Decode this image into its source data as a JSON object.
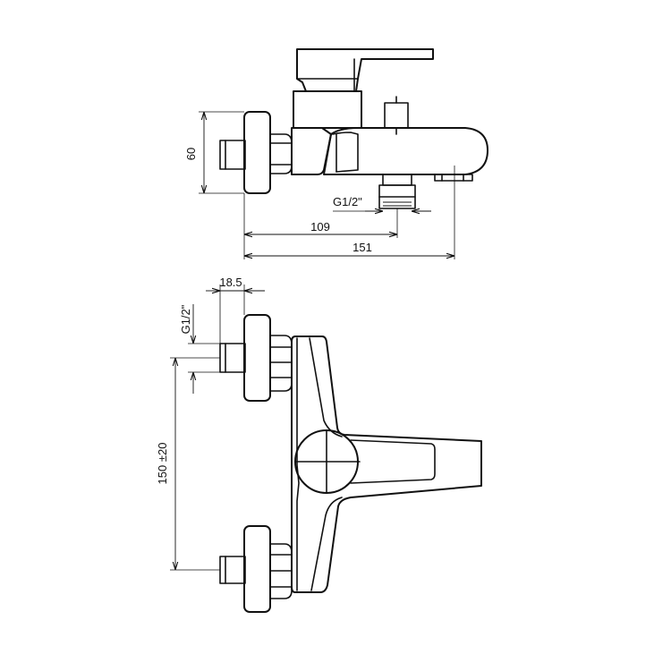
{
  "dimensions": {
    "side_height": "60",
    "thread_bottom": "G1/2\"",
    "depth_inlet": "109",
    "depth_total": "151",
    "inlet_width": "18.5",
    "thread_side": "G1/2\"",
    "centers": "150 ±20"
  }
}
